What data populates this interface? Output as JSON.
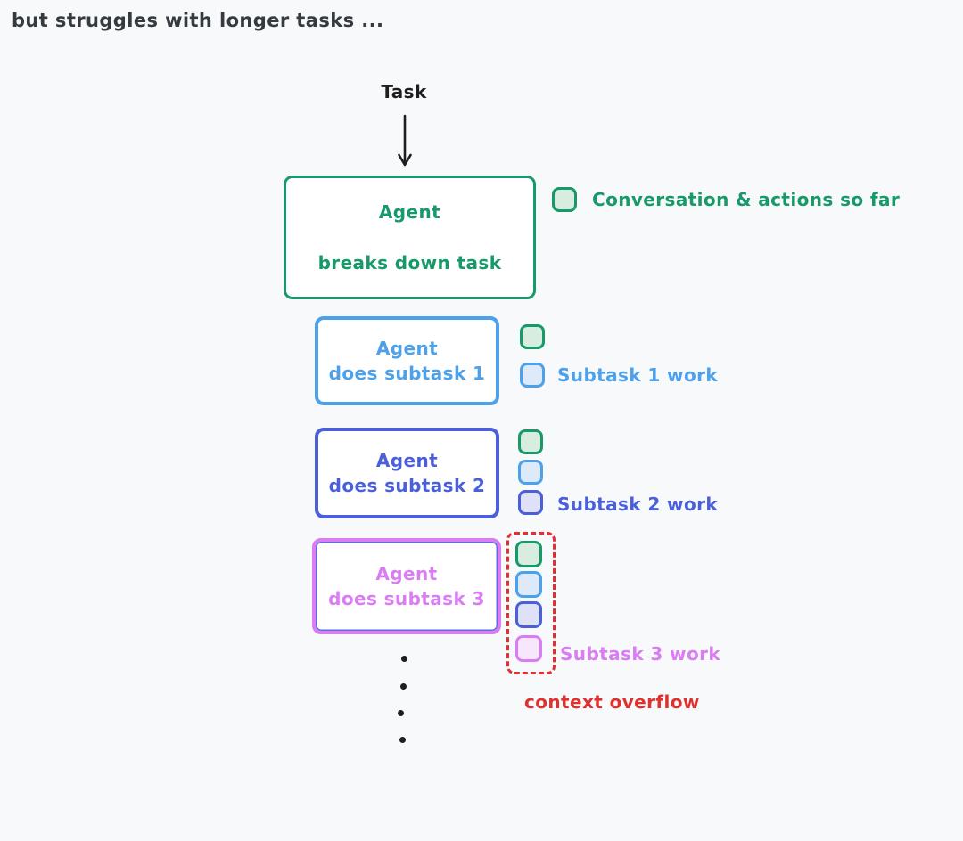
{
  "header": {
    "title": "but struggles with longer tasks ..."
  },
  "flow": {
    "task_label": "Task"
  },
  "agent": {
    "line1": "Agent",
    "line2": "breaks down task"
  },
  "legend": {
    "label": "Conversation & actions so far"
  },
  "subtasks": [
    {
      "box_line1": "Agent",
      "box_line2": "does subtask 1",
      "work_label": "Subtask 1 work",
      "chips": [
        "green",
        "blue"
      ]
    },
    {
      "box_line1": "Agent",
      "box_line2": "does subtask 2",
      "work_label": "Subtask 2 work",
      "chips": [
        "green",
        "blue",
        "indigo"
      ]
    },
    {
      "box_line1": "Agent",
      "box_line2": "does subtask 3",
      "work_label": "Subtask 3 work",
      "chips": [
        "green",
        "blue",
        "indigo",
        "pink"
      ]
    }
  ],
  "overflow": {
    "label": "context overflow"
  },
  "ellipsis_count": 4,
  "colors": {
    "bg": "#f8f9fb",
    "ink": "#343a40",
    "black": "#1e1e1e",
    "green": "#17996a",
    "green-fill": "#d8ece0",
    "blue": "#4da1ea",
    "blue-fill": "#dceafa",
    "indigo": "#4a5fd9",
    "indigo-fill": "#dee1f8",
    "pink": "#da7df2",
    "pink-fill": "#f8e6fc",
    "red": "#e03131"
  }
}
